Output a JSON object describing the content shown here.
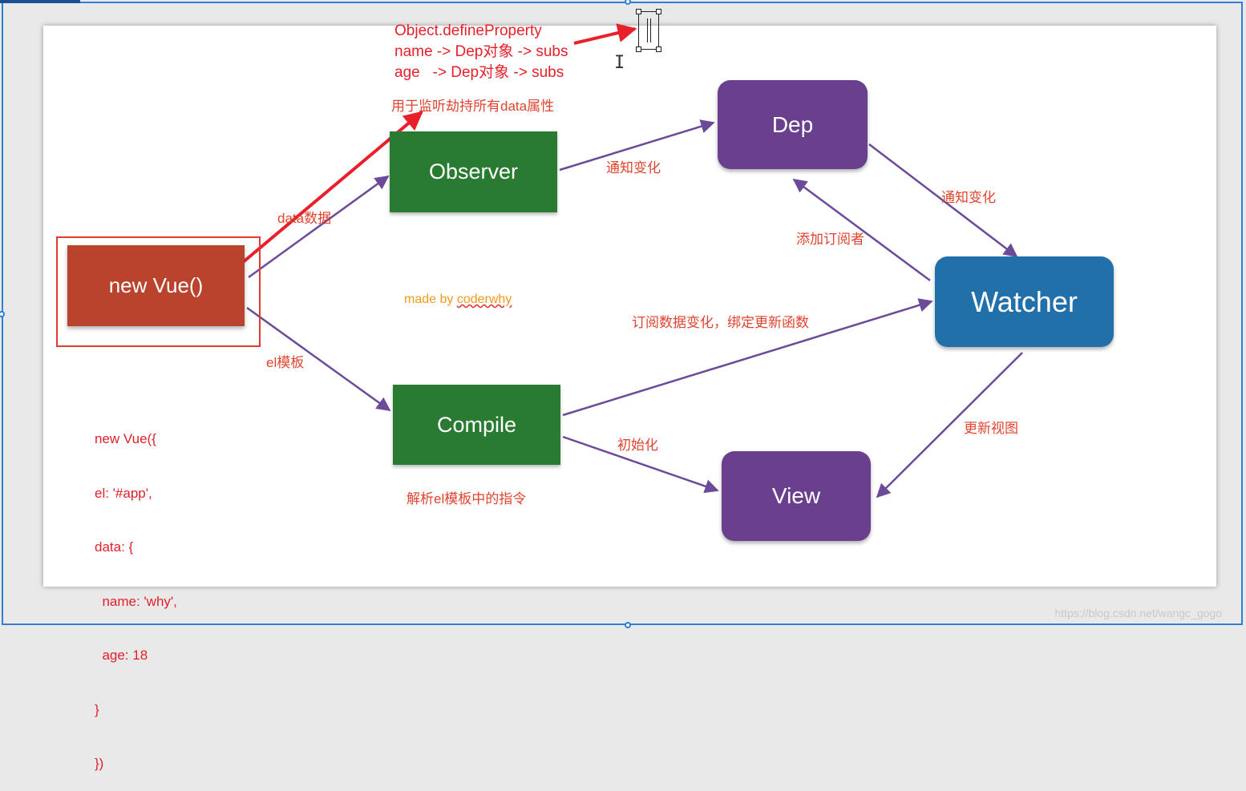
{
  "nodes": {
    "vue": "new Vue()",
    "observer": "Observer",
    "compile": "Compile",
    "dep": "Dep",
    "watcher": "Watcher",
    "view": "View"
  },
  "edge_labels": {
    "data": "data数据",
    "el": "el模板",
    "notify1": "通知变化",
    "notify2": "通知变化",
    "add_subscriber": "添加订阅者",
    "subscribe": "订阅数据变化，绑定更新函数",
    "init": "初始化",
    "update_view": "更新视图"
  },
  "annotations": {
    "define_property": "Object.defineProperty",
    "name_line": "name -> Dep对象 -> subs",
    "age_line": "age   -> Dep对象 -> subs",
    "observer_desc": "用于监听劫持所有data属性",
    "compile_desc": "解析el模板中的指令",
    "made_by_prefix": "made by ",
    "made_by_name": "coderwhy"
  },
  "code_lines": [
    "new Vue({",
    "el: '#app',",
    "data: {",
    "  name: 'why',",
    "  age: 18",
    "}",
    "})"
  ],
  "watermark": "https://blog.csdn.net/wangc_gogo",
  "cursor_glyph": "I",
  "colors": {
    "green": "#2a7b32",
    "purple": "#6a3f8e",
    "blue": "#2270a9",
    "vue": "#b9432c",
    "arrow": "#6b4a9a",
    "annotation": "#e8202a",
    "label": "#e0442e"
  }
}
